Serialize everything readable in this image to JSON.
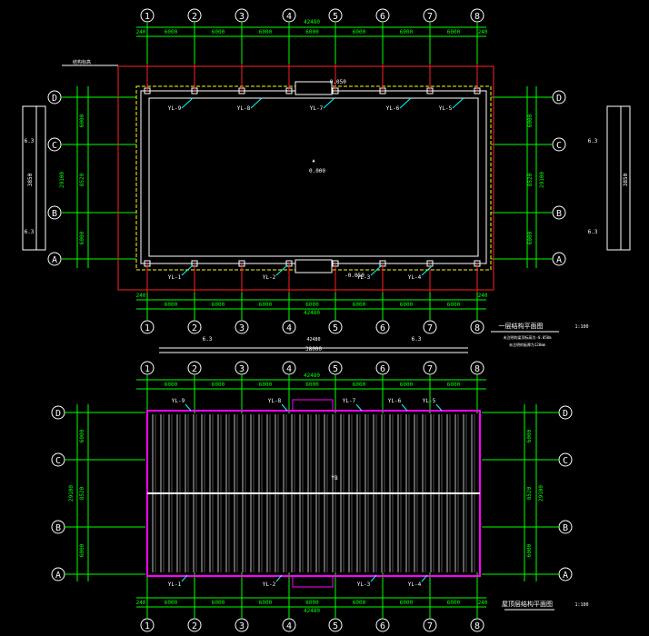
{
  "colors": {
    "background": "#000000",
    "axis": "#00ff00",
    "wall": "#ffffff",
    "dimension_red": "#ff2020",
    "slab_outline": "#ff00ff",
    "inner_dash": "#ffff00",
    "leader": "#00ffff"
  },
  "axes": {
    "columns": [
      "1",
      "2",
      "3",
      "4",
      "5",
      "6",
      "7",
      "8"
    ],
    "rows": [
      "A",
      "B",
      "C",
      "D"
    ]
  },
  "dimensions": {
    "bay": "6000",
    "end_offset": "240",
    "total_length": "42480",
    "total_length_lower": "42480",
    "span_total": "29100",
    "span_inner": "8520",
    "side_bay": "6000",
    "overall_width": "38000"
  },
  "top_plan": {
    "title": "一层结构平面图",
    "scale": "1:100",
    "note_line1": "未注明的梁顶标高为-0.050m",
    "note_line2": "未注明的板厚为120mm",
    "center_elev": "0.000",
    "level_top": "-0.050",
    "level_bottom": "-0.050",
    "beam_tags_top": [
      "YL-9",
      "YL-8",
      "YL-7",
      "YL-6",
      "YL-5"
    ],
    "beam_tags_bottom": [
      "YL-1",
      "YL-2",
      "YL-3",
      "YL-4"
    ],
    "side_mark": "6.3",
    "side_height": "3850",
    "top_left_note": "结构标高"
  },
  "bottom_plan": {
    "title": "屋顶层结构平面图",
    "scale": "1:100",
    "center_mark": "YB",
    "beam_tags_top": [
      "YL-9",
      "YL-8",
      "YL-7",
      "YL-6",
      "YL-5"
    ],
    "beam_tags_bottom": [
      "YL-1",
      "YL-2",
      "YL-3",
      "YL-4"
    ],
    "slope_mark": "6.3"
  }
}
